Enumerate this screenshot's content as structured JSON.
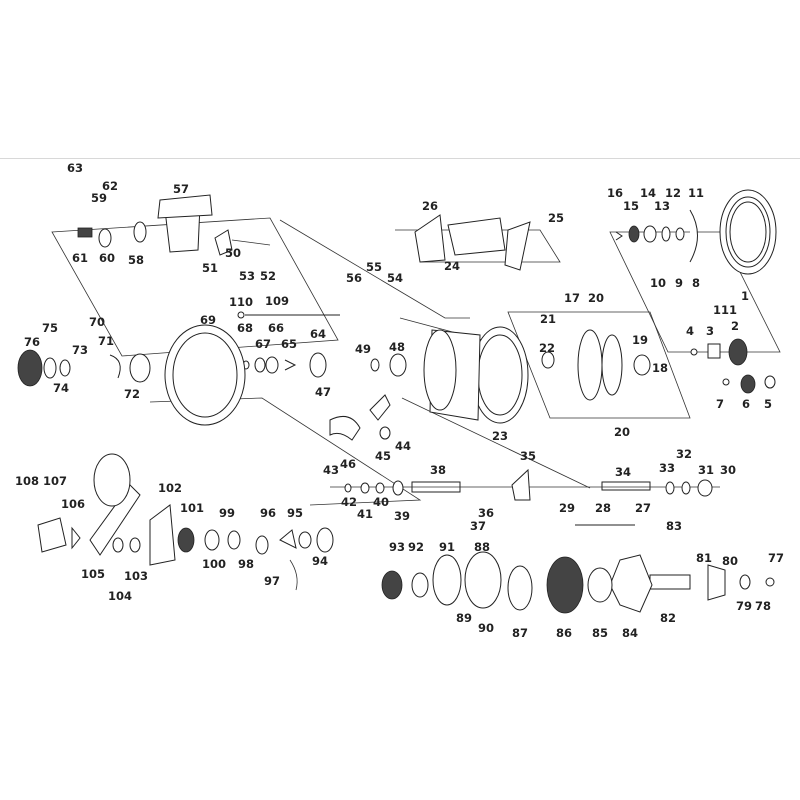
{
  "diagram": {
    "labels": [
      "1",
      "2",
      "3",
      "4",
      "5",
      "6",
      "7",
      "8",
      "9",
      "10",
      "11",
      "12",
      "13",
      "14",
      "15",
      "16",
      "17",
      "18",
      "19",
      "20",
      "20",
      "21",
      "22",
      "23",
      "24",
      "25",
      "26",
      "27",
      "28",
      "29",
      "30",
      "31",
      "32",
      "33",
      "34",
      "35",
      "36",
      "37",
      "38",
      "39",
      "40",
      "41",
      "42",
      "43",
      "44",
      "45",
      "46",
      "47",
      "48",
      "49",
      "50",
      "51",
      "52",
      "53",
      "54",
      "55",
      "56",
      "57",
      "58",
      "59",
      "60",
      "61",
      "62",
      "63",
      "64",
      "65",
      "66",
      "67",
      "68",
      "69",
      "70",
      "71",
      "72",
      "73",
      "74",
      "75",
      "76",
      "77",
      "78",
      "79",
      "80",
      "81",
      "82",
      "83",
      "84",
      "85",
      "86",
      "87",
      "88",
      "89",
      "90",
      "91",
      "92",
      "93",
      "94",
      "95",
      "96",
      "97",
      "98",
      "99",
      "100",
      "101",
      "102",
      "103",
      "104",
      "105",
      "106",
      "107",
      "108",
      "109",
      "110",
      "111"
    ]
  }
}
